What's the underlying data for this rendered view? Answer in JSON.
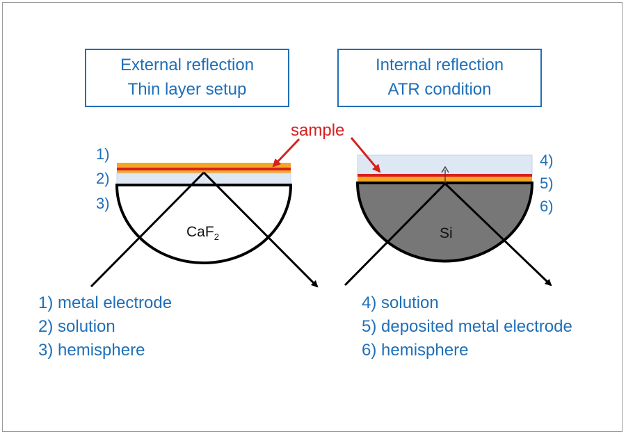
{
  "left_panel": {
    "title_line1": "External reflection",
    "title_line2": "Thin layer setup",
    "numbers": [
      "1)",
      "2)",
      "3)"
    ],
    "hemisphere_material": "CaF",
    "hemisphere_subscript": "2",
    "legend": [
      "1) metal electrode",
      "2) solution",
      "3) hemisphere"
    ]
  },
  "right_panel": {
    "title_line1": "Internal reflection",
    "title_line2": "ATR condition",
    "numbers": [
      "4)",
      "5)",
      "6)"
    ],
    "hemisphere_material": "Si",
    "legend": [
      "4) solution",
      "5) deposited metal electrode",
      "6) hemisphere"
    ]
  },
  "sample_label": "sample",
  "colors": {
    "blue_text": "#1f6fb8",
    "red_sample": "#d6201f",
    "metal_orange": "#f5a623",
    "solution_blue": "#dde8f4",
    "si_gray": "#777777"
  }
}
